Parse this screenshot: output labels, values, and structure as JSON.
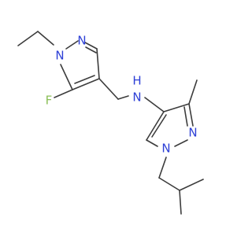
{
  "structure": {
    "atoms": [
      {
        "id": "n1",
        "label": "N",
        "color": "#2c3fd6"
      },
      {
        "id": "n2",
        "label": "N",
        "color": "#2c3fd6"
      },
      {
        "id": "f",
        "label": "F",
        "color": "#8bbf57"
      },
      {
        "id": "nh",
        "label": "N",
        "color": "#2c3fd6"
      },
      {
        "id": "h",
        "label": "H",
        "color": "#2c3fd6"
      },
      {
        "id": "n3",
        "label": "N",
        "color": "#2c3fd6"
      },
      {
        "id": "n4",
        "label": "N",
        "color": "#2c3fd6"
      }
    ],
    "colors": {
      "carbon_bond": "#3c3c3c",
      "nitrogen": "#2c3fd6",
      "fluorine": "#8bbf57"
    }
  }
}
